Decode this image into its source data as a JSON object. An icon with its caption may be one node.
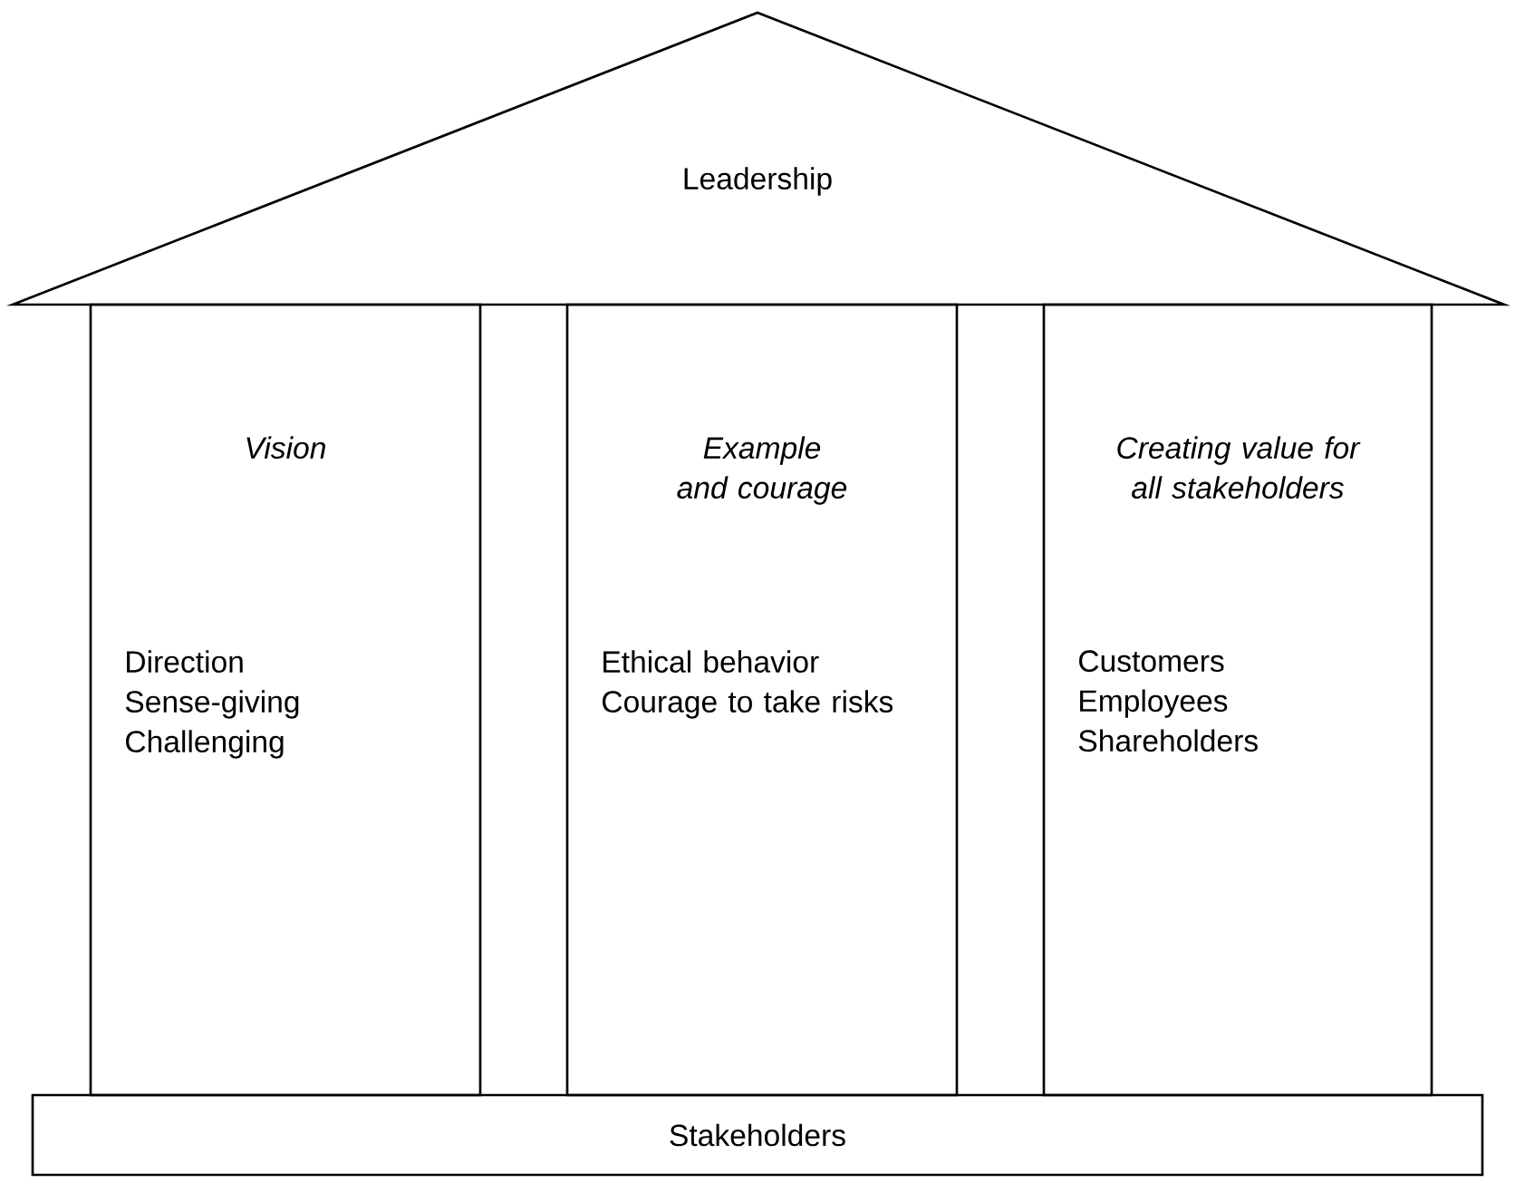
{
  "diagram": {
    "nodes": [
      {
        "text": [
          "Leadership"
        ]
      },
      {
        "text": [
          "Vision",
          "Direction",
          "Sense-giving",
          "Challenging"
        ]
      },
      {
        "text": [
          "Example and courage",
          "Ethical behavior",
          "Courage to take risks"
        ]
      },
      {
        "text": [
          "Creating value for all stakeholders",
          "Customers",
          "Employees",
          "Shareholders"
        ]
      },
      {
        "text": [
          "Stakeholders"
        ]
      }
    ]
  }
}
